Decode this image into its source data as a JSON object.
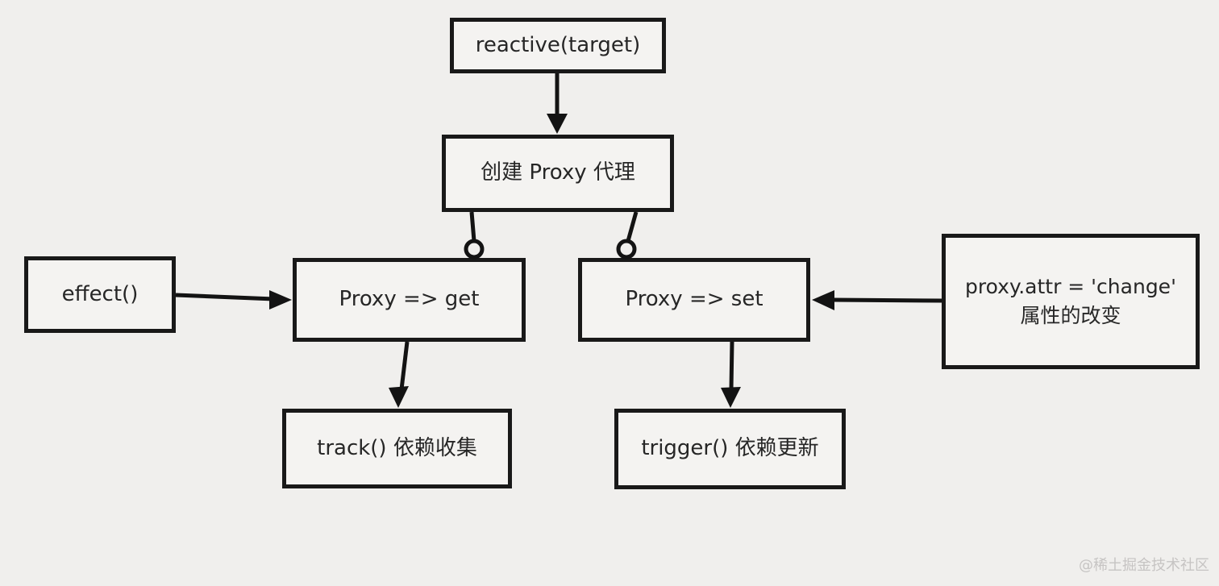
{
  "diagram": {
    "nodes": {
      "reactive": {
        "label": "reactive(target)"
      },
      "create": {
        "label": "创建 Proxy 代理"
      },
      "effect": {
        "label": "effect()"
      },
      "proxy_get": {
        "label": "Proxy => get"
      },
      "proxy_set": {
        "label": "Proxy => set"
      },
      "proxy_attr": {
        "label": "proxy.attr = 'change'",
        "sublabel": "属性的改变"
      },
      "track": {
        "label": "track() 依赖收集"
      },
      "trigger": {
        "label": "trigger() 依赖更新"
      }
    },
    "edges": [
      {
        "from": "reactive",
        "to": "create",
        "type": "arrow"
      },
      {
        "from": "create",
        "to": "proxy_get",
        "type": "circle-terminal"
      },
      {
        "from": "create",
        "to": "proxy_set",
        "type": "circle-terminal"
      },
      {
        "from": "effect",
        "to": "proxy_get",
        "type": "arrow"
      },
      {
        "from": "proxy_attr",
        "to": "proxy_set",
        "type": "arrow"
      },
      {
        "from": "proxy_get",
        "to": "track",
        "type": "arrow"
      },
      {
        "from": "proxy_set",
        "to": "trigger",
        "type": "arrow"
      }
    ],
    "watermark": "@稀土掘金技术社区",
    "colors": {
      "background": "#f0efed",
      "node_fill": "#f4f3f1",
      "stroke": "#191919",
      "text": "#262626",
      "watermark": "#c6c4c3"
    }
  }
}
